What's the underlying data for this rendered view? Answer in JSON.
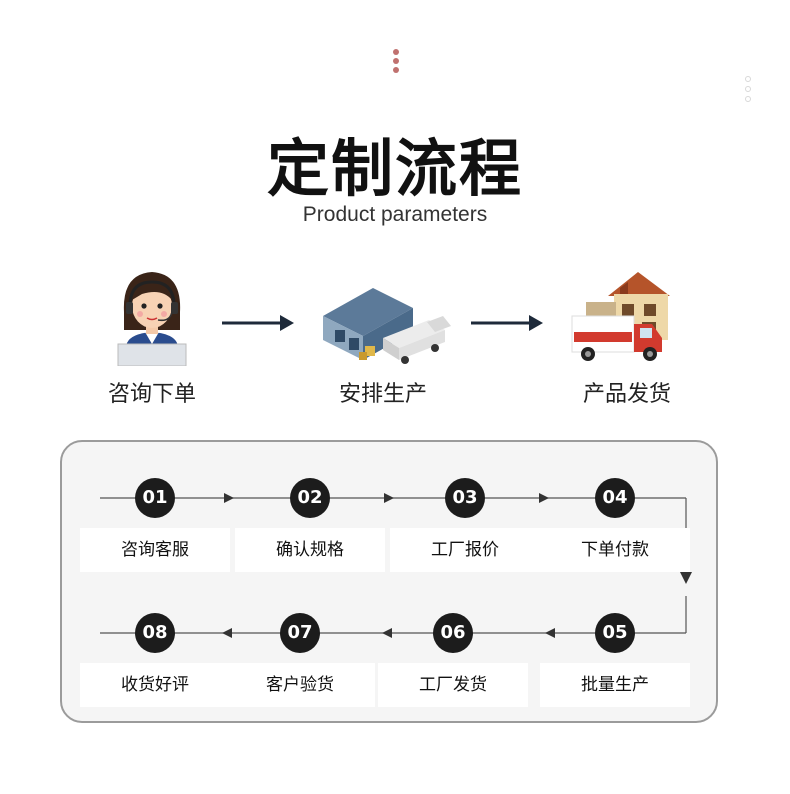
{
  "header": {
    "title": "定制流程",
    "subtitle": "Product parameters"
  },
  "stages": [
    {
      "label": "咨询下单",
      "icon": "customer-service-icon"
    },
    {
      "label": "安排生产",
      "icon": "factory-icon"
    },
    {
      "label": "产品发货",
      "icon": "delivery-truck-icon"
    }
  ],
  "steps": [
    {
      "num": "01",
      "label": "咨询客服"
    },
    {
      "num": "02",
      "label": "确认规格"
    },
    {
      "num": "03",
      "label": "工厂报价"
    },
    {
      "num": "04",
      "label": "下单付款"
    },
    {
      "num": "05",
      "label": "批量生产"
    },
    {
      "num": "06",
      "label": "工厂发货"
    },
    {
      "num": "07",
      "label": "客户验货"
    },
    {
      "num": "08",
      "label": "收货好评"
    }
  ],
  "colors": {
    "accent_dots": "#c0716f",
    "arrow": "#1e2a3a",
    "badge": "#1c1c1c",
    "panel_border": "#9b9b9b"
  }
}
